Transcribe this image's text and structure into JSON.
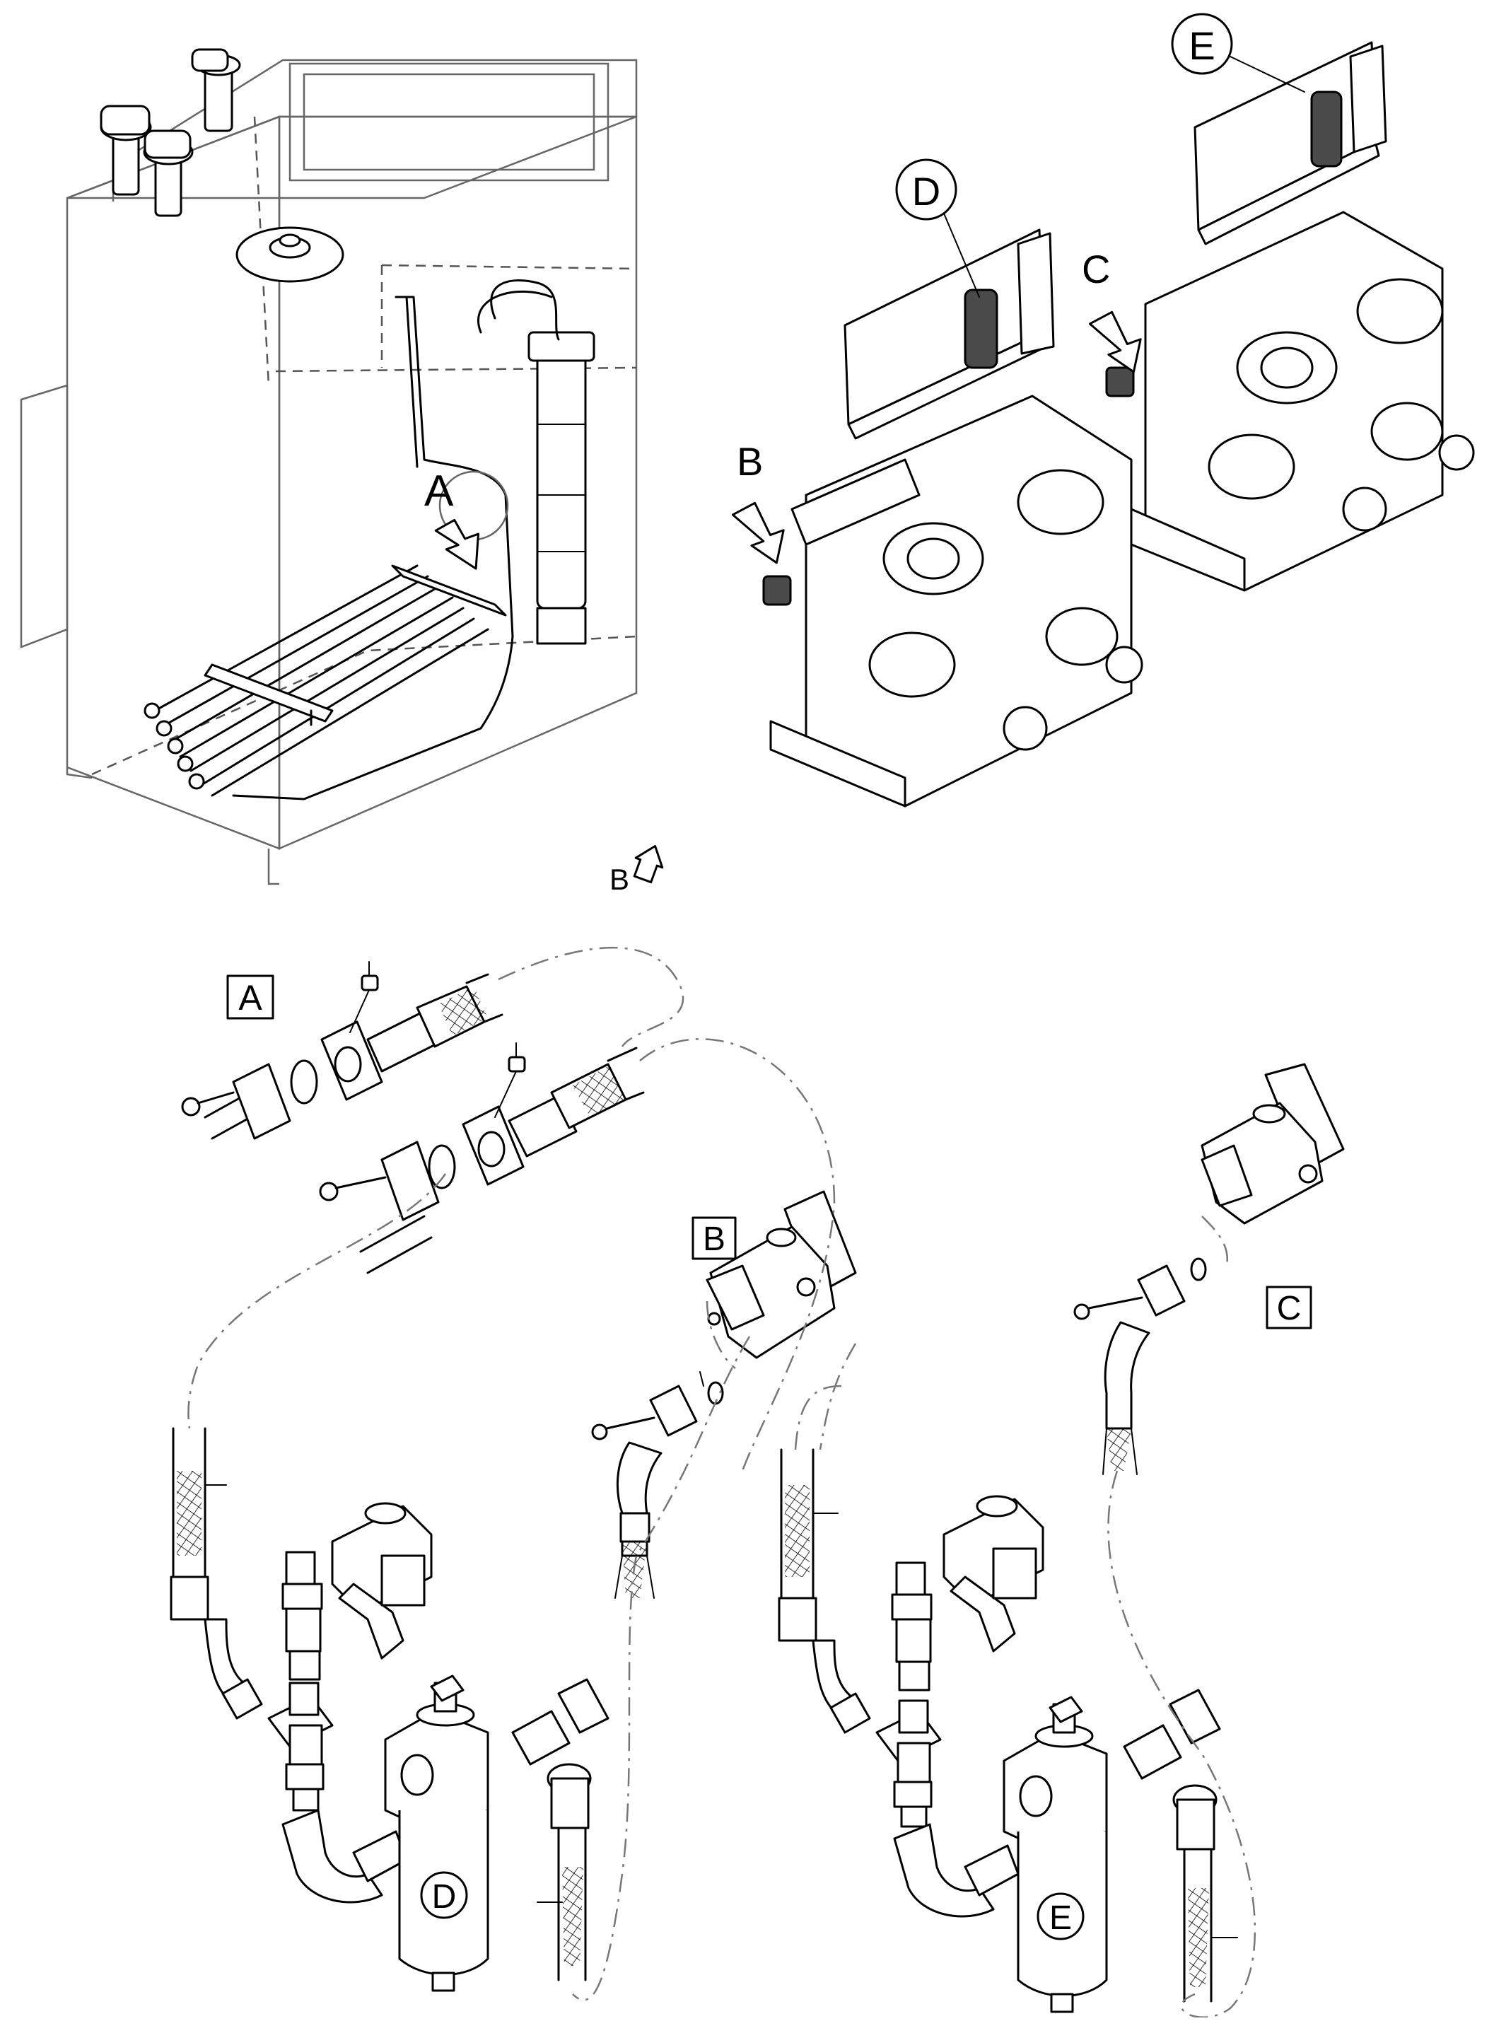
{
  "callouts": {
    "a_overview": "A",
    "b_overview": "B",
    "c_overview": "C",
    "d_circle": "D",
    "e_circle": "E",
    "b_view_ref": "B"
  },
  "detail_boxes": {
    "a": "A",
    "b": "B",
    "c": "C"
  },
  "filter_labels": {
    "d": "D",
    "e": "E"
  },
  "colors": {
    "line": "#000000",
    "phantom": "#666666",
    "component_dark": "#4a4a4a",
    "component_light": "#d9d9d9"
  }
}
